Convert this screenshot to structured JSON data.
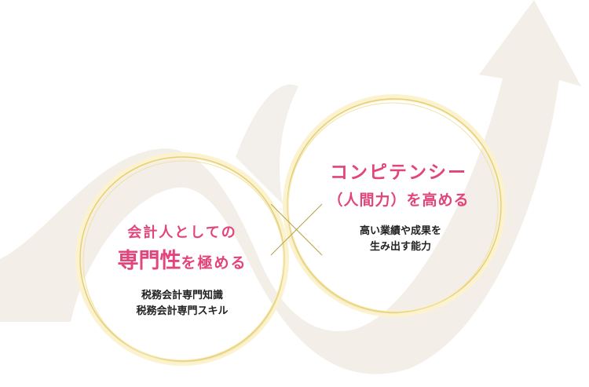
{
  "left_circle": {
    "heading_line1": "会計人としての",
    "heading_strong": "専門性",
    "heading_tail": "を極める",
    "details": [
      "税務会計専門知識",
      "税務会計専門スキル"
    ]
  },
  "right_circle": {
    "heading_line1": "コンピテンシー",
    "heading_line2": "（人間力）を高める",
    "details": [
      "高い業績や成果を",
      "生み出す能力"
    ]
  },
  "colors": {
    "accent": "#e2457c",
    "ring": "#e8d27a",
    "swoosh": "#f3eee8"
  }
}
